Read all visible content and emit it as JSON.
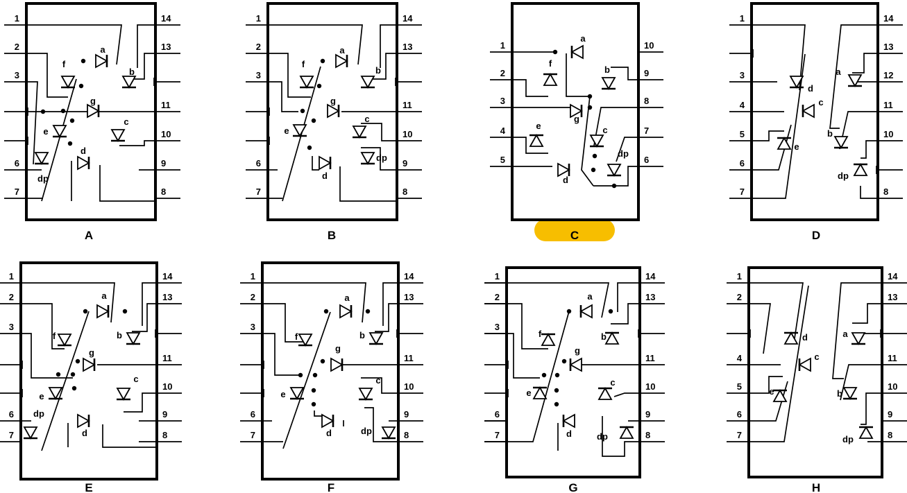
{
  "highlight_color": "#f7be00",
  "selected_diagram": "C",
  "diagrams": [
    {
      "id": "A",
      "title": "A",
      "pins": {
        "left": [
          {
            "n": "1",
            "label": "1"
          },
          {
            "n": "2",
            "label": "2"
          },
          {
            "n": "3",
            "label": "3"
          },
          {
            "n": "4",
            "label": ""
          },
          {
            "n": "5",
            "label": ""
          },
          {
            "n": "6",
            "label": "6"
          },
          {
            "n": "7",
            "label": "7"
          }
        ],
        "right": [
          {
            "n": "14",
            "label": "14"
          },
          {
            "n": "13",
            "label": "13"
          },
          {
            "n": "12",
            "label": ""
          },
          {
            "n": "11",
            "label": "11"
          },
          {
            "n": "10",
            "label": "10"
          },
          {
            "n": "9",
            "label": "9"
          },
          {
            "n": "8",
            "label": "8"
          }
        ]
      },
      "segments": [
        {
          "id": "a",
          "label": "a"
        },
        {
          "id": "b",
          "label": "b"
        },
        {
          "id": "c",
          "label": "c"
        },
        {
          "id": "d",
          "label": "d"
        },
        {
          "id": "e",
          "label": "e"
        },
        {
          "id": "f",
          "label": "f"
        },
        {
          "id": "g",
          "label": "g"
        },
        {
          "id": "dp",
          "label": "dp"
        }
      ]
    },
    {
      "id": "B",
      "title": "B",
      "pins": {
        "left": [
          {
            "n": "1",
            "label": "1"
          },
          {
            "n": "2",
            "label": "2"
          },
          {
            "n": "3",
            "label": "3"
          },
          {
            "n": "4",
            "label": ""
          },
          {
            "n": "5",
            "label": ""
          },
          {
            "n": "6",
            "label": "6"
          },
          {
            "n": "7",
            "label": "7"
          }
        ],
        "right": [
          {
            "n": "14",
            "label": "14"
          },
          {
            "n": "13",
            "label": "13"
          },
          {
            "n": "12",
            "label": ""
          },
          {
            "n": "11",
            "label": "11"
          },
          {
            "n": "10",
            "label": "10"
          },
          {
            "n": "9",
            "label": "9"
          },
          {
            "n": "8",
            "label": "8"
          }
        ]
      },
      "segments": [
        {
          "id": "a",
          "label": "a"
        },
        {
          "id": "b",
          "label": "b"
        },
        {
          "id": "c",
          "label": "c"
        },
        {
          "id": "d",
          "label": "d"
        },
        {
          "id": "e",
          "label": "e"
        },
        {
          "id": "f",
          "label": "f"
        },
        {
          "id": "g",
          "label": "g"
        },
        {
          "id": "dp",
          "label": "dp"
        }
      ]
    },
    {
      "id": "C",
      "title": "C",
      "pins": {
        "left": [
          {
            "n": "1",
            "label": "1"
          },
          {
            "n": "2",
            "label": "2"
          },
          {
            "n": "3",
            "label": "3"
          },
          {
            "n": "4",
            "label": "4"
          },
          {
            "n": "5",
            "label": "5"
          }
        ],
        "right": [
          {
            "n": "10",
            "label": "10"
          },
          {
            "n": "9",
            "label": "9"
          },
          {
            "n": "8",
            "label": "8"
          },
          {
            "n": "7",
            "label": "7"
          },
          {
            "n": "6",
            "label": "6"
          }
        ]
      },
      "segments": [
        {
          "id": "a",
          "label": "a"
        },
        {
          "id": "b",
          "label": "b"
        },
        {
          "id": "c",
          "label": "c"
        },
        {
          "id": "d",
          "label": "d"
        },
        {
          "id": "e",
          "label": "e"
        },
        {
          "id": "f",
          "label": "f"
        },
        {
          "id": "g",
          "label": "g"
        },
        {
          "id": "dp",
          "label": "dp"
        }
      ]
    },
    {
      "id": "D",
      "title": "D",
      "pins": {
        "left": [
          {
            "n": "1",
            "label": "1"
          },
          {
            "n": "2",
            "label": ""
          },
          {
            "n": "3",
            "label": "3"
          },
          {
            "n": "4",
            "label": "4"
          },
          {
            "n": "5",
            "label": "5"
          },
          {
            "n": "6",
            "label": "6"
          },
          {
            "n": "7",
            "label": "7"
          }
        ],
        "right": [
          {
            "n": "14",
            "label": "14"
          },
          {
            "n": "13",
            "label": "13"
          },
          {
            "n": "12",
            "label": "12"
          },
          {
            "n": "11",
            "label": "11"
          },
          {
            "n": "10",
            "label": "10"
          },
          {
            "n": "9",
            "label": ""
          },
          {
            "n": "8",
            "label": "8"
          }
        ]
      },
      "segments": [
        {
          "id": "a",
          "label": "a"
        },
        {
          "id": "b",
          "label": "b"
        },
        {
          "id": "c",
          "label": "c"
        },
        {
          "id": "d",
          "label": "d"
        },
        {
          "id": "e",
          "label": "e"
        },
        {
          "id": "dp",
          "label": "dp"
        }
      ]
    },
    {
      "id": "E",
      "title": "E",
      "pins": {
        "left": [
          {
            "n": "1",
            "label": "1"
          },
          {
            "n": "2",
            "label": "2"
          },
          {
            "n": "3",
            "label": "3"
          },
          {
            "n": "4",
            "label": ""
          },
          {
            "n": "5",
            "label": ""
          },
          {
            "n": "6",
            "label": "6"
          },
          {
            "n": "7",
            "label": "7"
          }
        ],
        "right": [
          {
            "n": "14",
            "label": "14"
          },
          {
            "n": "13",
            "label": "13"
          },
          {
            "n": "12",
            "label": ""
          },
          {
            "n": "11",
            "label": "11"
          },
          {
            "n": "10",
            "label": "10"
          },
          {
            "n": "9",
            "label": "9"
          },
          {
            "n": "8",
            "label": "8"
          }
        ]
      },
      "segments": [
        {
          "id": "a",
          "label": "a"
        },
        {
          "id": "b",
          "label": "b"
        },
        {
          "id": "c",
          "label": "c"
        },
        {
          "id": "d",
          "label": "d"
        },
        {
          "id": "e",
          "label": "e"
        },
        {
          "id": "f",
          "label": "f"
        },
        {
          "id": "g",
          "label": "g"
        },
        {
          "id": "dp",
          "label": "dp"
        }
      ]
    },
    {
      "id": "F",
      "title": "F",
      "pins": {
        "left": [
          {
            "n": "1",
            "label": "1"
          },
          {
            "n": "2",
            "label": "2"
          },
          {
            "n": "3",
            "label": "3"
          },
          {
            "n": "4",
            "label": ""
          },
          {
            "n": "5",
            "label": ""
          },
          {
            "n": "6",
            "label": "6"
          },
          {
            "n": "7",
            "label": "7"
          }
        ],
        "right": [
          {
            "n": "14",
            "label": "14"
          },
          {
            "n": "13",
            "label": "13"
          },
          {
            "n": "12",
            "label": ""
          },
          {
            "n": "11",
            "label": "11"
          },
          {
            "n": "10",
            "label": "10"
          },
          {
            "n": "9",
            "label": "9"
          },
          {
            "n": "8",
            "label": "8"
          }
        ]
      },
      "segments": [
        {
          "id": "a",
          "label": "a"
        },
        {
          "id": "b",
          "label": "b"
        },
        {
          "id": "c",
          "label": "c"
        },
        {
          "id": "d",
          "label": "d"
        },
        {
          "id": "e",
          "label": "e"
        },
        {
          "id": "f",
          "label": "f"
        },
        {
          "id": "g",
          "label": "g"
        },
        {
          "id": "dp",
          "label": "dp"
        }
      ]
    },
    {
      "id": "G",
      "title": "G",
      "pins": {
        "left": [
          {
            "n": "1",
            "label": "1"
          },
          {
            "n": "2",
            "label": "2"
          },
          {
            "n": "3",
            "label": "3"
          },
          {
            "n": "4",
            "label": ""
          },
          {
            "n": "5",
            "label": ""
          },
          {
            "n": "6",
            "label": "6"
          },
          {
            "n": "7",
            "label": "7"
          }
        ],
        "right": [
          {
            "n": "14",
            "label": "14"
          },
          {
            "n": "13",
            "label": "13"
          },
          {
            "n": "12",
            "label": ""
          },
          {
            "n": "11",
            "label": "11"
          },
          {
            "n": "10",
            "label": "10"
          },
          {
            "n": "9",
            "label": "9"
          },
          {
            "n": "8",
            "label": "8"
          }
        ]
      },
      "segments": [
        {
          "id": "a",
          "label": "a"
        },
        {
          "id": "b",
          "label": "b"
        },
        {
          "id": "c",
          "label": "c"
        },
        {
          "id": "d",
          "label": "d"
        },
        {
          "id": "e",
          "label": "e"
        },
        {
          "id": "f",
          "label": "f"
        },
        {
          "id": "g",
          "label": "g"
        },
        {
          "id": "dp",
          "label": "dp"
        }
      ]
    },
    {
      "id": "H",
      "title": "H",
      "pins": {
        "left": [
          {
            "n": "1",
            "label": "1"
          },
          {
            "n": "2",
            "label": "2"
          },
          {
            "n": "3",
            "label": ""
          },
          {
            "n": "4",
            "label": "4"
          },
          {
            "n": "5",
            "label": "5"
          },
          {
            "n": "6",
            "label": "6"
          },
          {
            "n": "7",
            "label": "7"
          }
        ],
        "right": [
          {
            "n": "14",
            "label": "14"
          },
          {
            "n": "13",
            "label": "13"
          },
          {
            "n": "12",
            "label": ""
          },
          {
            "n": "11",
            "label": "11"
          },
          {
            "n": "10",
            "label": "10"
          },
          {
            "n": "9",
            "label": "9"
          },
          {
            "n": "8",
            "label": "8"
          }
        ]
      },
      "segments": [
        {
          "id": "a",
          "label": "a"
        },
        {
          "id": "b",
          "label": "b"
        },
        {
          "id": "c",
          "label": "c"
        },
        {
          "id": "d",
          "label": "d"
        },
        {
          "id": "e",
          "label": "e"
        },
        {
          "id": "dp",
          "label": "dp"
        }
      ]
    }
  ]
}
